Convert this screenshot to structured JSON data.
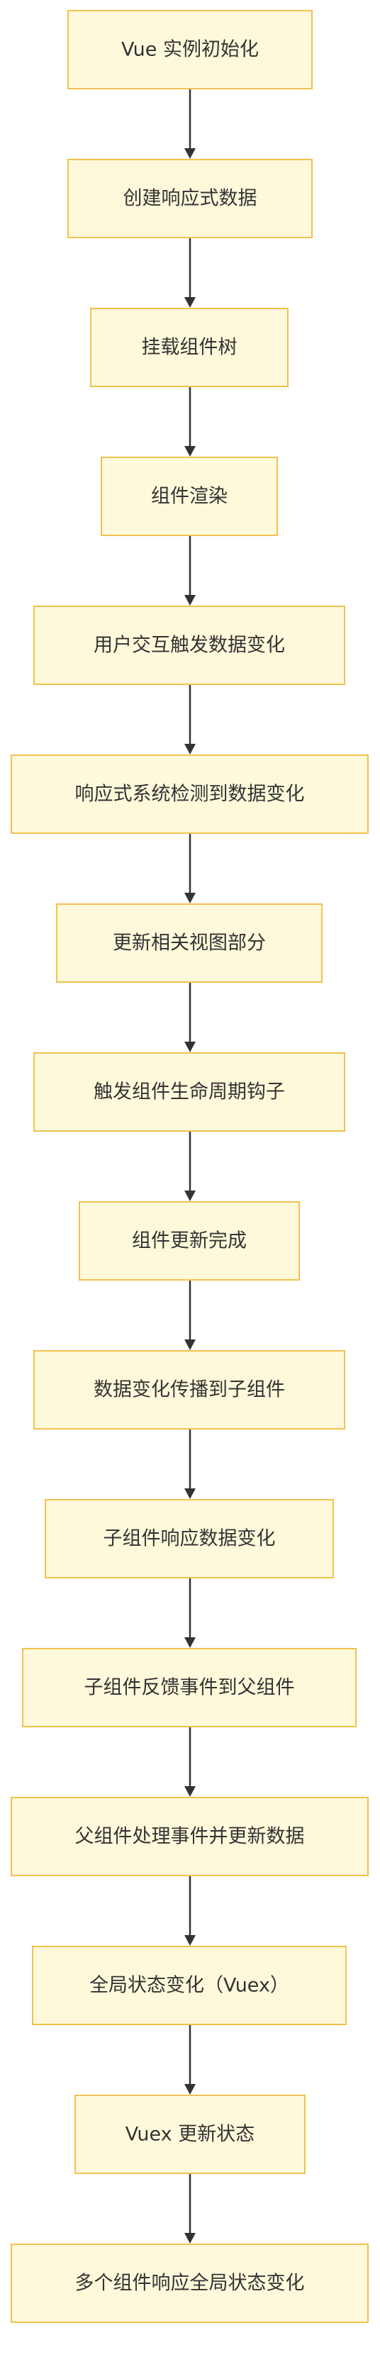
{
  "diagram": {
    "colors": {
      "node_fill": "#fff9db",
      "node_border": "#f2c14e",
      "text": "#333333",
      "edge": "#333333"
    },
    "nodes": [
      {
        "id": "n1",
        "label": "Vue 实例初始化"
      },
      {
        "id": "n2",
        "label": "创建响应式数据"
      },
      {
        "id": "n3",
        "label": "挂载组件树"
      },
      {
        "id": "n4",
        "label": "组件渲染"
      },
      {
        "id": "n5",
        "label": "用户交互触发数据变化"
      },
      {
        "id": "n6",
        "label": "响应式系统检测到数据变化"
      },
      {
        "id": "n7",
        "label": "更新相关视图部分"
      },
      {
        "id": "n8",
        "label": "触发组件生命周期钩子"
      },
      {
        "id": "n9",
        "label": "组件更新完成"
      },
      {
        "id": "n10",
        "label": "数据变化传播到子组件"
      },
      {
        "id": "n11",
        "label": "子组件响应数据变化"
      },
      {
        "id": "n12",
        "label": "子组件反馈事件到父组件"
      },
      {
        "id": "n13",
        "label": "父组件处理事件并更新数据"
      },
      {
        "id": "n14",
        "label": "全局状态变化（Vuex）"
      },
      {
        "id": "n15",
        "label": "Vuex 更新状态"
      },
      {
        "id": "n16",
        "label": "多个组件响应全局状态变化"
      }
    ],
    "edges": [
      {
        "from": "n1",
        "to": "n2"
      },
      {
        "from": "n2",
        "to": "n3"
      },
      {
        "from": "n3",
        "to": "n4"
      },
      {
        "from": "n4",
        "to": "n5"
      },
      {
        "from": "n5",
        "to": "n6"
      },
      {
        "from": "n6",
        "to": "n7"
      },
      {
        "from": "n7",
        "to": "n8"
      },
      {
        "from": "n8",
        "to": "n9"
      },
      {
        "from": "n9",
        "to": "n10"
      },
      {
        "from": "n10",
        "to": "n11"
      },
      {
        "from": "n11",
        "to": "n12"
      },
      {
        "from": "n12",
        "to": "n13"
      },
      {
        "from": "n13",
        "to": "n14"
      },
      {
        "from": "n14",
        "to": "n15"
      },
      {
        "from": "n15",
        "to": "n16"
      }
    ]
  }
}
